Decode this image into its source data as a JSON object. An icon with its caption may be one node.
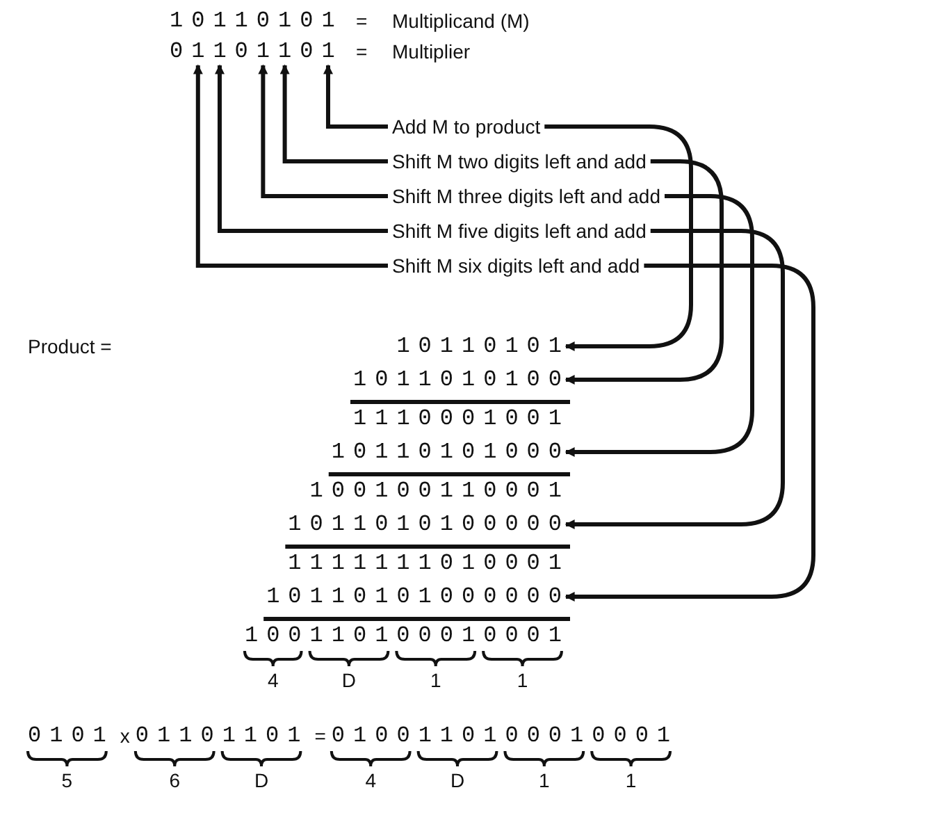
{
  "diagram": {
    "nodes": [
      {
        "text": [
          "0"
        ]
      },
      {
        "text": [
          "1"
        ]
      },
      {
        "text": [
          "1"
        ]
      },
      {
        "text": [
          "0"
        ]
      },
      {
        "text": [
          "1"
        ]
      },
      {
        "text": [
          "1"
        ]
      },
      {
        "text": [
          "0"
        ]
      },
      {
        "text": [
          "1"
        ]
      },
      {
        "text": [
          "Add M to product"
        ]
      },
      {
        "text": [
          "Shift M two digits left and add"
        ]
      },
      {
        "text": [
          "Shift M three digits left and add"
        ]
      },
      {
        "text": [
          "Shift M five digits left and add"
        ]
      },
      {
        "text": [
          "Shift M six digits left and add"
        ]
      },
      {
        "text": [
          "10110101"
        ]
      },
      {
        "text": [
          "1011010100"
        ]
      },
      {
        "text": [
          "10110101000"
        ]
      },
      {
        "text": [
          "1011010100000"
        ]
      },
      {
        "text": [
          "10110101000000"
        ]
      }
    ],
    "edges": [
      {
        "from": 8,
        "to": 7,
        "arrow": "to"
      },
      {
        "from": 8,
        "to": 13,
        "arrow": "to"
      },
      {
        "from": 9,
        "to": 5,
        "arrow": "to"
      },
      {
        "from": 9,
        "to": 14,
        "arrow": "to"
      },
      {
        "from": 10,
        "to": 4,
        "arrow": "to"
      },
      {
        "from": 10,
        "to": 15,
        "arrow": "to"
      },
      {
        "from": 11,
        "to": 2,
        "arrow": "to"
      },
      {
        "from": 11,
        "to": 16,
        "arrow": "to"
      },
      {
        "from": 12,
        "to": 1,
        "arrow": "to"
      },
      {
        "from": 12,
        "to": 17,
        "arrow": "to"
      }
    ],
    "labels": [
      "10110101",
      "=",
      "Multiplicand (M)",
      "=",
      "Multiplier",
      "Product =",
      "1110001001",
      "100100110001",
      "1111111010001",
      "100110100010001",
      "4",
      "D",
      "1",
      "1",
      "0101",
      "x",
      "01101101",
      "=",
      "0100110100010001",
      "5",
      "6",
      "D",
      "4",
      "D",
      "1",
      "1"
    ]
  }
}
